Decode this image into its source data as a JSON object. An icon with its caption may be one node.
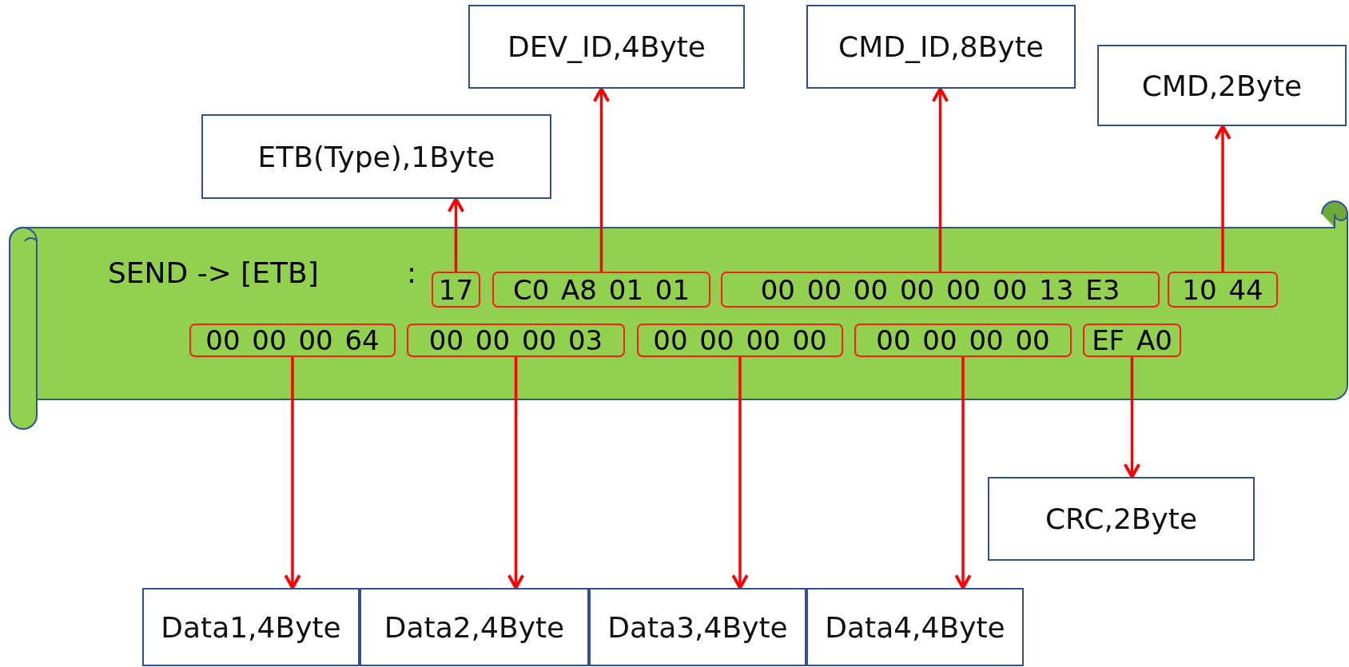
{
  "diagram": {
    "nodes": [
      {
        "text": [
          "DEV_ID,4Byte"
        ]
      },
      {
        "text": [
          "CMD_ID,8Byte"
        ]
      },
      {
        "text": [
          "CMD,2Byte"
        ]
      },
      {
        "text": [
          "ETB(Type),1Byte"
        ]
      },
      {
        "text": [
          "SEND -> [ETB]",
          ":"
        ]
      },
      {
        "text": [
          "17"
        ],
        "in": 4
      },
      {
        "text": [
          "C0 A8 01 01"
        ],
        "in": 4
      },
      {
        "text": [
          "00 00 00 00 00 00 13 E3"
        ],
        "in": 4
      },
      {
        "text": [
          "10 44"
        ],
        "in": 4
      },
      {
        "text": [
          "00 00 00 64"
        ],
        "in": 4
      },
      {
        "text": [
          "00 00 00 03"
        ],
        "in": 4
      },
      {
        "text": [
          "00 00 00 00"
        ],
        "in": 4
      },
      {
        "text": [
          "00 00 00 00"
        ],
        "in": 4
      },
      {
        "text": [
          "EF A0"
        ],
        "in": 4
      },
      {
        "text": [
          "CRC,2Byte"
        ]
      },
      {
        "text": [
          "Data1,4Byte"
        ]
      },
      {
        "text": [
          "Data2,4Byte"
        ]
      },
      {
        "text": [
          "Data3,4Byte"
        ]
      },
      {
        "text": [
          "Data4,4Byte"
        ]
      }
    ],
    "edges": [
      {
        "from": 5,
        "to": 3,
        "arrow": "to"
      },
      {
        "from": 6,
        "to": 0,
        "arrow": "to"
      },
      {
        "from": 7,
        "to": 1,
        "arrow": "to"
      },
      {
        "from": 8,
        "to": 2,
        "arrow": "to"
      },
      {
        "from": 9,
        "to": 15,
        "arrow": "to"
      },
      {
        "from": 10,
        "to": 16,
        "arrow": "to"
      },
      {
        "from": 11,
        "to": 17,
        "arrow": "to"
      },
      {
        "from": 12,
        "to": 18,
        "arrow": "to"
      },
      {
        "from": 13,
        "to": 14,
        "arrow": "to"
      }
    ]
  }
}
